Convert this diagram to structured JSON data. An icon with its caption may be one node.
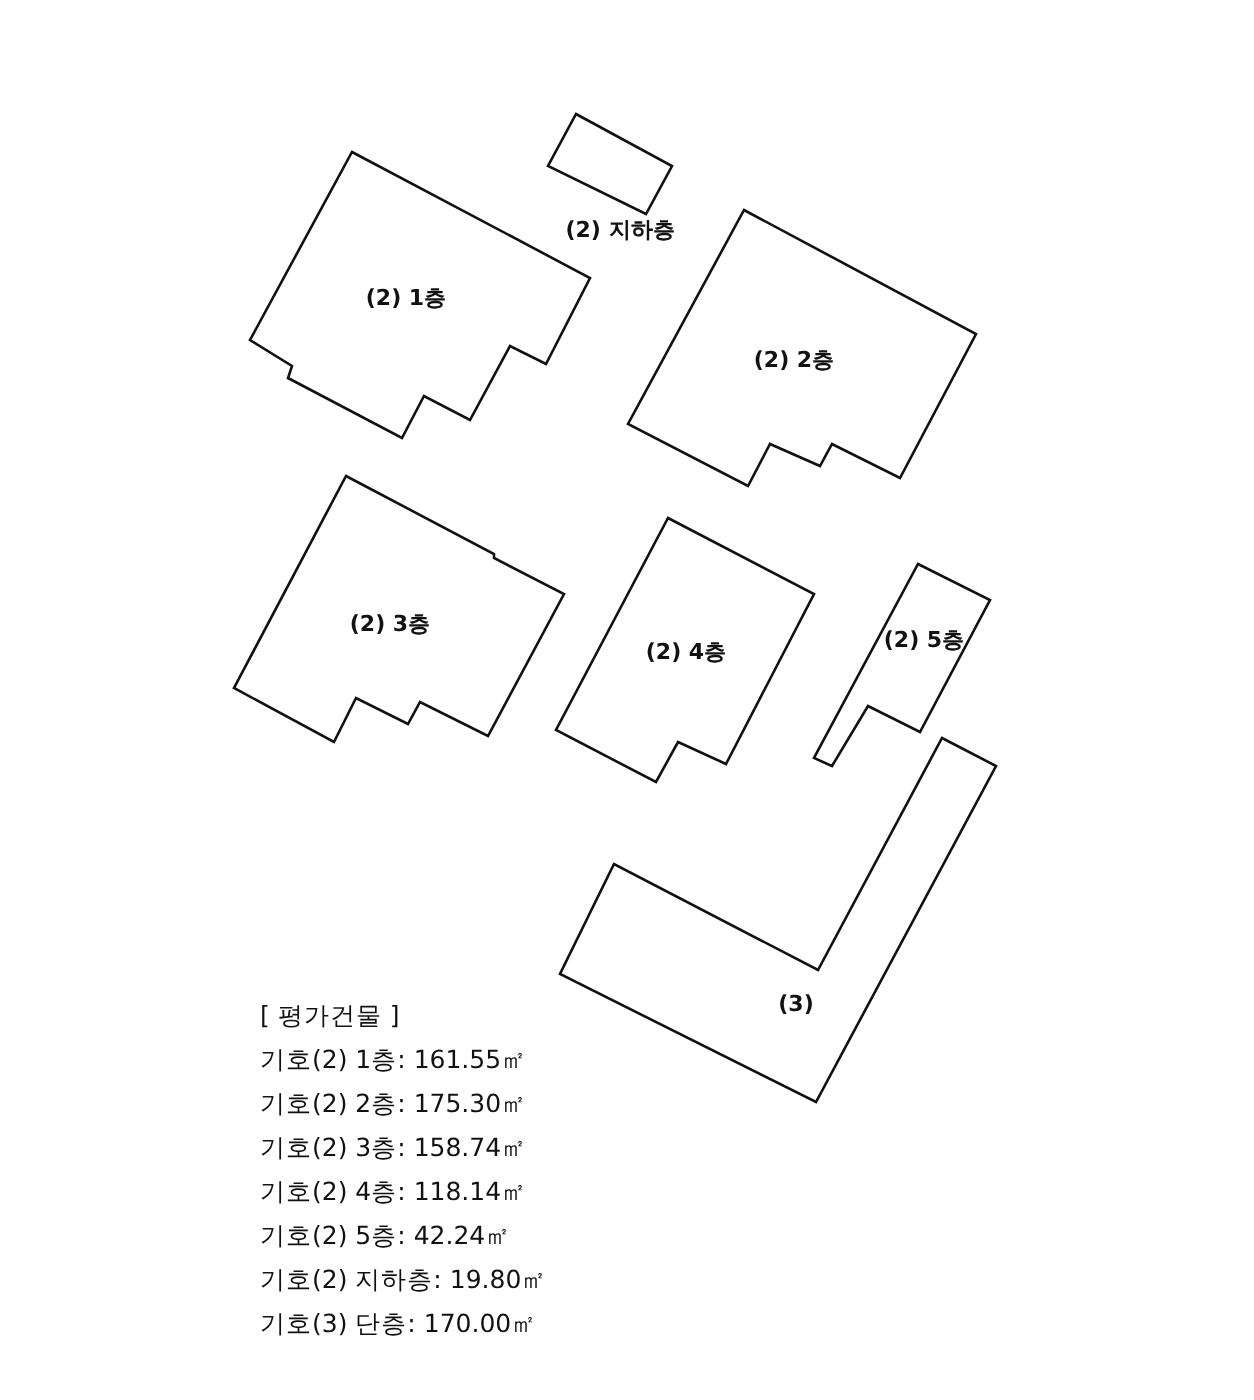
{
  "diagram": {
    "nodes": [
      {
        "text": [
          "(2) 지하층"
        ]
      },
      {
        "text": [
          "(2) 1층"
        ]
      },
      {
        "text": [
          "(2) 2층"
        ]
      },
      {
        "text": [
          "(2) 3층"
        ]
      },
      {
        "text": [
          "(2) 4층"
        ]
      },
      {
        "text": [
          "(2) 5층"
        ]
      },
      {
        "text": [
          "(3)"
        ]
      }
    ],
    "labels": [
      "[ 평가건물 ]",
      "기호(2) 1층: 161.55㎡",
      "기호(2) 2층: 175.30㎡",
      "기호(2) 3층: 158.74㎡",
      "기호(2) 4층: 118.14㎡",
      "기호(2) 5층: 42.24㎡",
      "기호(2) 지하층: 19.80㎡",
      "기호(3) 단층: 170.00㎡"
    ]
  }
}
